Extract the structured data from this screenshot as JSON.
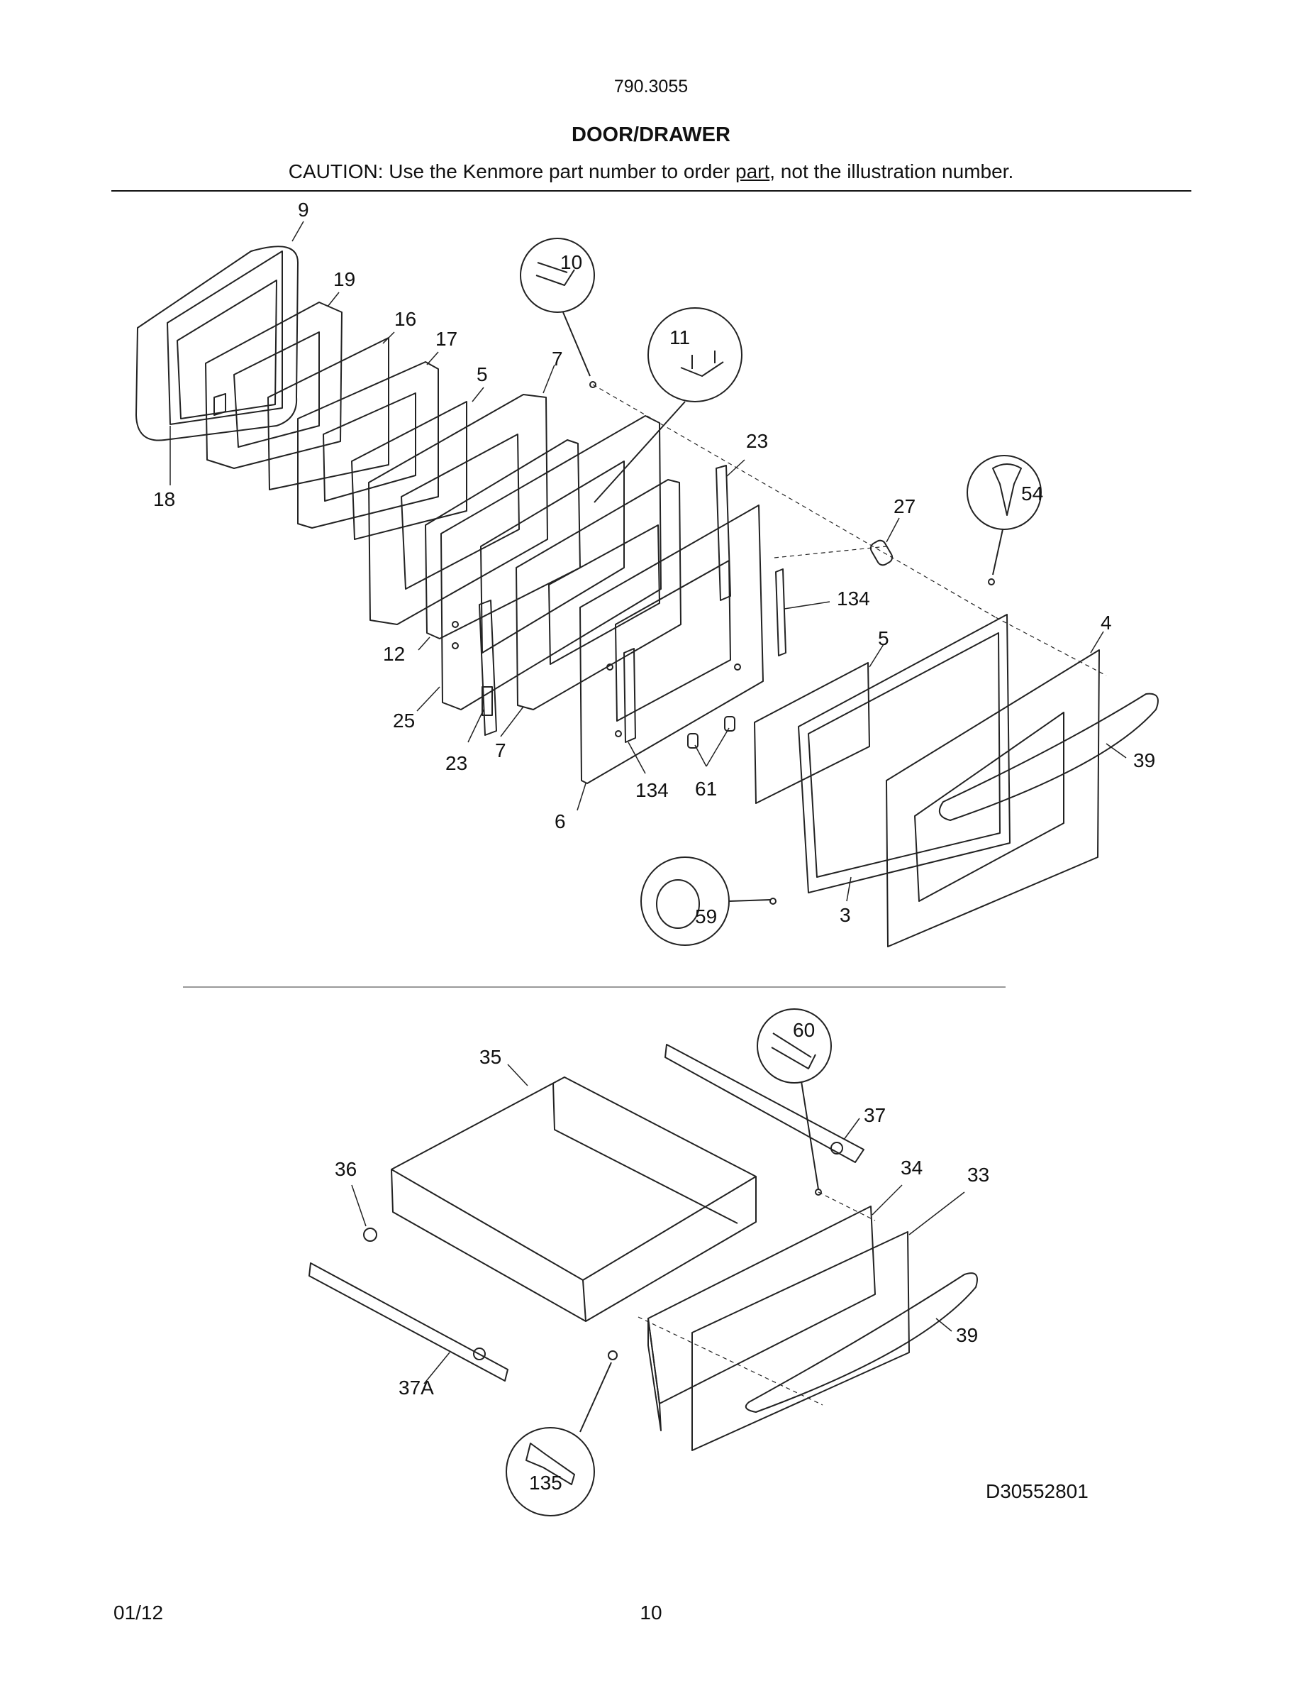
{
  "header": {
    "model_number": "790.3055",
    "section_title": "DOOR/DRAWER",
    "caution_before": "CAUTION: Use the Kenmore part number to order ",
    "caution_link": "part",
    "caution_after": ", not the illustration number."
  },
  "callouts": {
    "c9": "9",
    "c19": "19",
    "c16": "16",
    "c17": "17",
    "c5a": "5",
    "c7a": "7",
    "c18": "18",
    "c10": "10",
    "c11": "11",
    "c23a": "23",
    "c27": "27",
    "c54": "54",
    "c134a": "134",
    "c5b": "5",
    "c4": "4",
    "c39a": "39",
    "c12": "12",
    "c25": "25",
    "c23b": "23",
    "c7b": "7",
    "c6": "6",
    "c134b": "134",
    "c61": "61",
    "c59": "59",
    "c3": "3",
    "c35": "35",
    "c60": "60",
    "c37": "37",
    "c36": "36",
    "c34": "34",
    "c33": "33",
    "c39b": "39",
    "c37a": "37A",
    "c135": "135"
  },
  "diagram_code": "D30552801",
  "footer": {
    "date": "01/12",
    "page_number": "10"
  }
}
